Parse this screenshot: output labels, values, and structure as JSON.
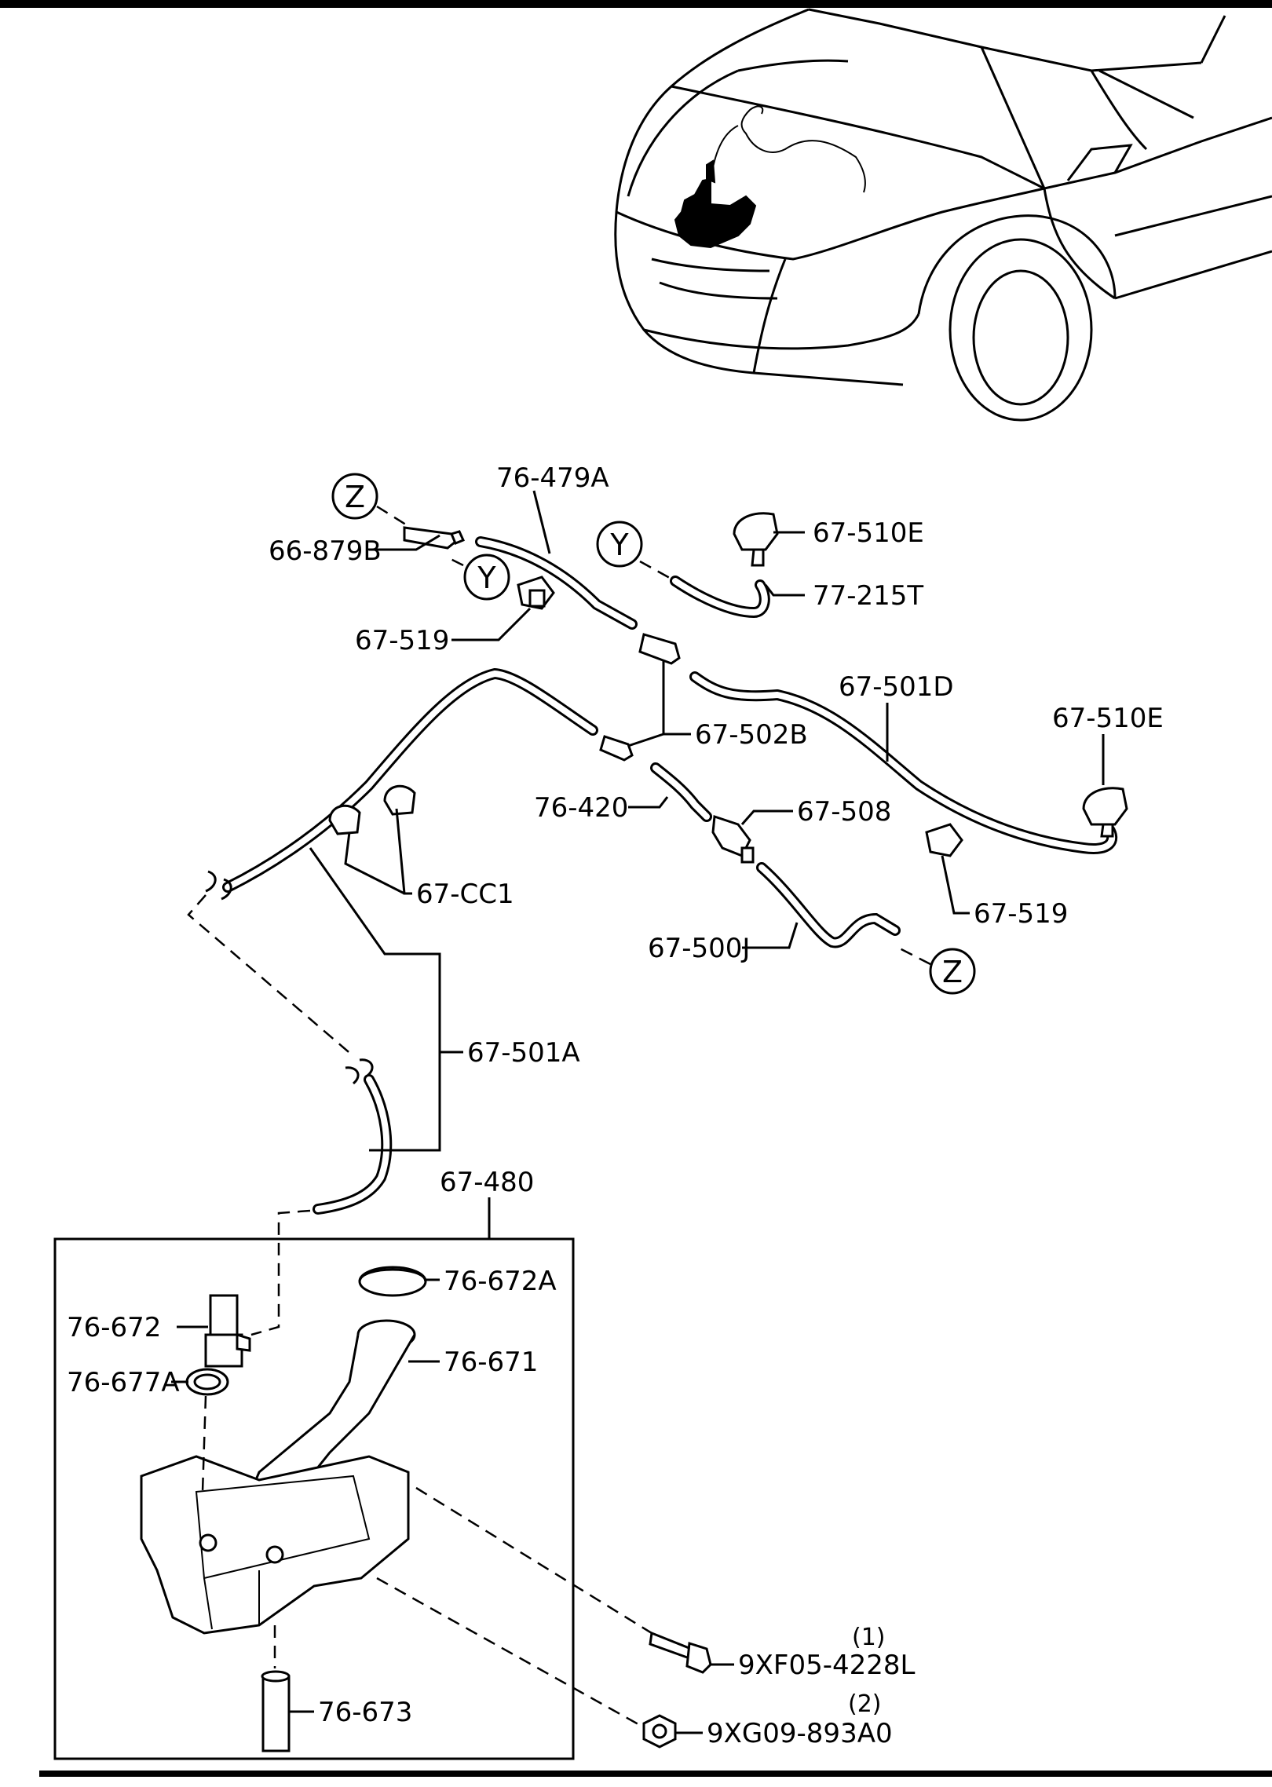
{
  "callouts": {
    "p76_479A": "76-479A",
    "p66_879B": "66-879B",
    "p67_510E_top": "67-510E",
    "p77_215T": "77-215T",
    "p67_519_left": "67-519",
    "p67_501D": "67-501D",
    "p67_510E_right": "67-510E",
    "p67_502B": "67-502B",
    "p76_420": "76-420",
    "p67_508": "67-508",
    "p67_CC1": "67-CC1",
    "p67_519_right": "67-519",
    "p67_500J": "67-500J",
    "p67_501A": "67-501A",
    "p67_480": "67-480",
    "p76_672A": "76-672A",
    "p76_672": "76-672",
    "p76_671": "76-671",
    "p76_677A": "76-677A",
    "p76_673": "76-673",
    "p9XF05": "9XF05-4228L",
    "p9XG09": "9XG09-893A0"
  },
  "quantities": {
    "q9XF05": "(1)",
    "q9XG09": "(2)"
  },
  "connectors": {
    "z_top": "Z",
    "y_left": "Y",
    "y_top": "Y",
    "z_bottom": "Z"
  }
}
